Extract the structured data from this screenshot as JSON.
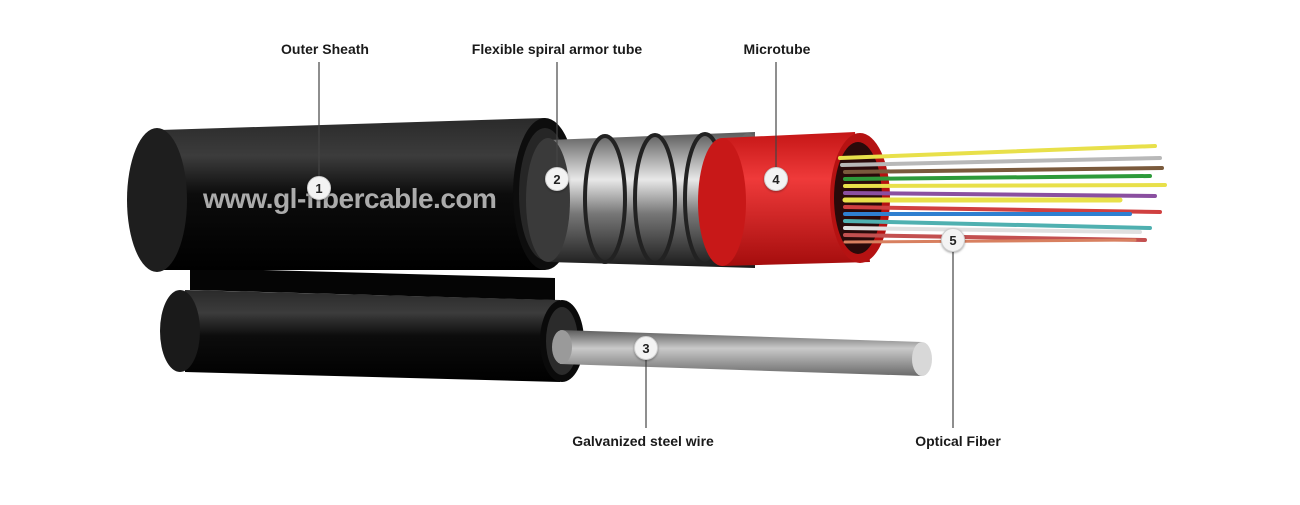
{
  "diagram": {
    "watermark": "www.gl-fibercable.com",
    "components": [
      {
        "number": "1",
        "label": "Outer Sheath"
      },
      {
        "number": "2",
        "label": "Flexible spiral armor tube"
      },
      {
        "number": "3",
        "label": "Galvanized steel wire"
      },
      {
        "number": "4",
        "label": "Microtube"
      },
      {
        "number": "5",
        "label": "Optical Fiber"
      }
    ],
    "colors": {
      "sheath": "#111111",
      "microtube": "#d81e1e",
      "armor": "#9a9a9a",
      "fibers": [
        "#e8e04a",
        "#7a5a3c",
        "#2f7fd0",
        "#2d9a3a",
        "#e0e0e0",
        "#d04040",
        "#b8b8b8",
        "#8a4fa0",
        "#4fb0b0"
      ]
    }
  }
}
